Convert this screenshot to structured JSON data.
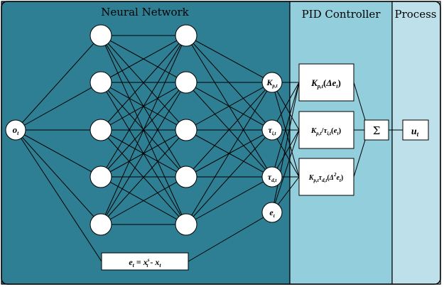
{
  "sections": {
    "neural_network": {
      "title": "Neural Network",
      "color": "#2e7f93"
    },
    "pid_controller": {
      "title": "PID Controller",
      "color": "#92cedc"
    },
    "process": {
      "title": "Process",
      "color": "#bee0ea"
    }
  },
  "nodes": {
    "input": {
      "sym": "o",
      "sub": "t"
    },
    "outputs": [
      {
        "sym": "K",
        "sub": "p,t"
      },
      {
        "sym": "τ",
        "sub": "i,t"
      },
      {
        "sym": "τ",
        "sub": "d,t"
      },
      {
        "sym": "e",
        "sub": "t"
      }
    ]
  },
  "error_box": {
    "lhs": "e",
    "lhs_sub": "t",
    "eq": " = ",
    "r1": "x",
    "r1_sup": "s",
    "r1_sub": "t",
    "minus": " - ",
    "r2": "x",
    "r2_sub": "t"
  },
  "pid_terms": {
    "p": {
      "k": "K",
      "k_sub": "p,t",
      "open": "(",
      "delta": "Δ",
      "e": "e",
      "e_sub": "t",
      "close": ")"
    },
    "i": {
      "k": "K",
      "k_sub": "p,t",
      "slash": "/",
      "tau": "τ",
      "tau_sub": "i,t",
      "open": "(",
      "e": "e",
      "e_sub": "t",
      "close": ")"
    },
    "d": {
      "k": "K",
      "k_sub": "p,t",
      "tau": "τ",
      "tau_sub": "d,t",
      "open": "(",
      "delta": "Δ",
      "delta_sup": "2",
      "e": "e",
      "e_sub": "t",
      "close": ")"
    }
  },
  "sum": {
    "symbol": "Σ"
  },
  "process_output": {
    "sym": "u",
    "sub": "t"
  },
  "colors": {
    "node_fill": "#ffffff",
    "line": "#000000"
  }
}
